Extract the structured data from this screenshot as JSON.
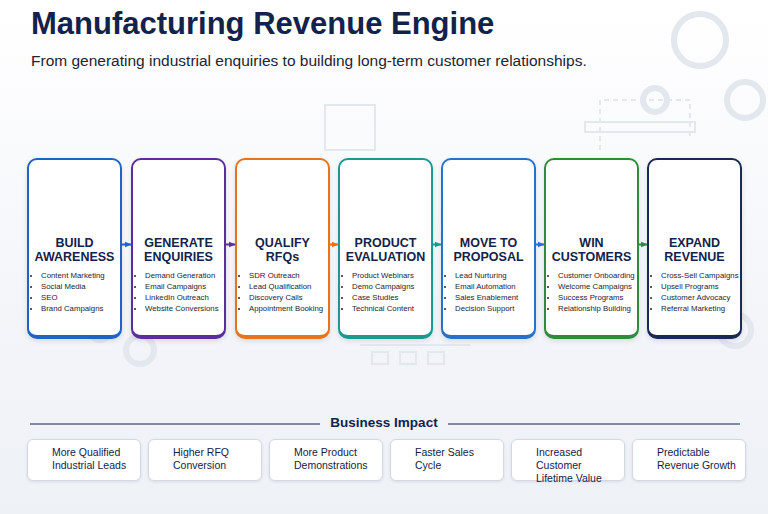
{
  "diagram": {
    "title": "Manufacturing Revenue Engine",
    "caption": "From generating industrial enquiries to building long-term customer relationships.",
    "nodes": [
      {
        "text": [
          "BUILD AWARENESS",
          "Content Marketing",
          "Social Media",
          "SEO",
          "Brand Campaigns"
        ]
      },
      {
        "text": [
          "GENERATE ENQUIRIES",
          "Demand Generation",
          "Email Campaigns",
          "LinkedIn Outreach",
          "Website Conversions"
        ]
      },
      {
        "text": [
          "QUALIFY RFQs",
          "SDR Outreach",
          "Lead Qualification",
          "Discovery Calls",
          "Appointment Booking"
        ]
      },
      {
        "text": [
          "PRODUCT EVALUATION",
          "Product Webinars",
          "Demo Campaigns",
          "Case Studies",
          "Technical Content"
        ]
      },
      {
        "text": [
          "MOVE TO PROPOSAL",
          "Lead Nurturing",
          "Email Automation",
          "Sales Enablement",
          "Decision Support"
        ]
      },
      {
        "text": [
          "WIN CUSTOMERS",
          "Customer Onboarding",
          "Welcome Campaigns",
          "Success Programs",
          "Relationship Building"
        ]
      },
      {
        "text": [
          "EXPAND REVENUE",
          "Cross-Sell Campaigns",
          "Upsell Programs",
          "Customer Advocacy",
          "Referral Marketing"
        ]
      },
      {
        "text": [
          "More Qualified Industrial Leads"
        ]
      },
      {
        "text": [
          "Higher RFQ Conversion"
        ]
      },
      {
        "text": [
          "More Product Demonstrations"
        ]
      },
      {
        "text": [
          "Faster Sales Cycle"
        ]
      },
      {
        "text": [
          "Increased Customer Lifetime Value"
        ]
      },
      {
        "text": [
          "Predictable Revenue Growth"
        ]
      }
    ],
    "edges": [
      {
        "from": 0,
        "to": 1,
        "arrow": "to"
      },
      {
        "from": 1,
        "to": 2,
        "arrow": "to"
      },
      {
        "from": 2,
        "to": 3,
        "arrow": "to"
      },
      {
        "from": 3,
        "to": 4,
        "arrow": "to"
      },
      {
        "from": 4,
        "to": 5,
        "arrow": "to"
      },
      {
        "from": 5,
        "to": 6,
        "arrow": "to"
      }
    ],
    "labels": [
      "Business Impact"
    ]
  }
}
